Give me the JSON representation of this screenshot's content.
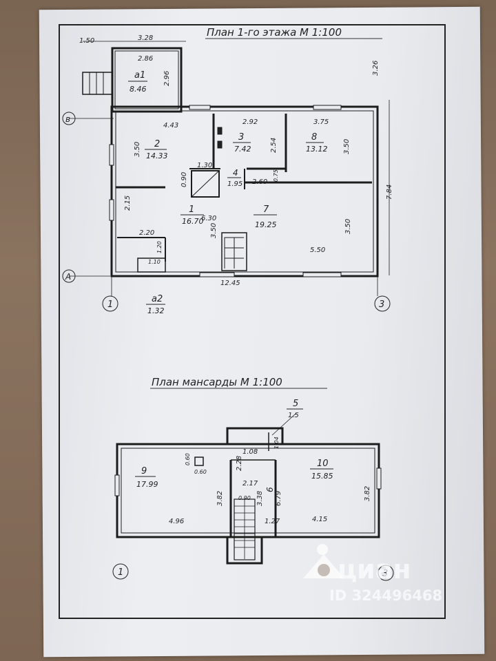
{
  "floor1": {
    "title": "План 1-го этажа  М 1:100",
    "dims": {
      "d150": "1.50",
      "d328": "3.28",
      "d286": "2.86",
      "d296": "2.96",
      "d326": "3.26",
      "d443": "4.43",
      "d292": "2.92",
      "d375": "3.75",
      "d350a": "3.50",
      "d254": "2.54",
      "d350b": "3.50",
      "d130": "1.30",
      "d090": "0.90",
      "d260": "2.60",
      "d075": "0.75",
      "d215": "2.15",
      "d630": "6.30",
      "d784": "7.84",
      "d350c": "3.50",
      "d350d": "3.50",
      "d220": "2.20",
      "d120": "1.20",
      "d110": "1.10",
      "d550": "5.50",
      "d1245": "12.45"
    },
    "rooms": [
      {
        "num": "a1",
        "area": "8.46"
      },
      {
        "num": "2",
        "area": "14.33"
      },
      {
        "num": "3",
        "area": "7.42"
      },
      {
        "num": "8",
        "area": "13.12"
      },
      {
        "num": "4",
        "area": "1.95"
      },
      {
        "num": "1",
        "area": "16.70"
      },
      {
        "num": "7",
        "area": "19.25"
      }
    ],
    "axes": {
      "b": "в",
      "a": "А",
      "one": "1",
      "three": "3"
    },
    "balcony": {
      "num": "a2",
      "area": "1.32"
    }
  },
  "attic": {
    "title": "План мансарды  М 1:100",
    "rooms": [
      {
        "num": "5",
        "area": "1.5"
      },
      {
        "num": "9",
        "area": "17.99"
      },
      {
        "num": "10",
        "area": "15.85"
      },
      {
        "num": "6",
        "area": "6.79"
      }
    ],
    "dims": {
      "d108": "1.08",
      "d104": "1.04",
      "d060a": "0.60",
      "d060b": "0.60",
      "d228": "2.28",
      "d217": "2.17",
      "d090": "0.90",
      "d382a": "3.82",
      "d338": "3.38",
      "d382b": "3.82",
      "d496": "4.96",
      "d127": "1.27",
      "d415": "4.15"
    },
    "axes": {
      "one": "1",
      "three": "3"
    }
  },
  "watermark": {
    "brand": "циан",
    "id": "ID 324496468"
  },
  "colors": {
    "paper": "#e9ebef",
    "line": "#1c1c1c",
    "background": "#7d6653"
  }
}
